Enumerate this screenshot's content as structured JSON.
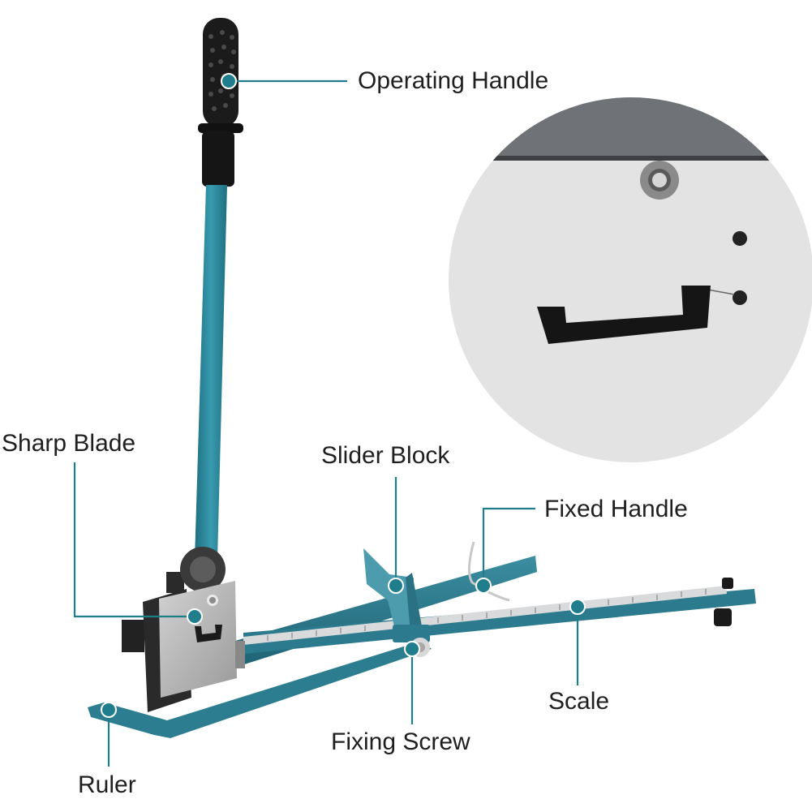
{
  "labels": {
    "operating_handle": "Operating Handle",
    "sharp_blade": "Sharp Blade",
    "slider_block": "Slider Block",
    "fixed_handle": "Fixed Handle",
    "scale": "Scale",
    "fixing_screw": "Fixing Screw",
    "ruler": "Ruler"
  },
  "colors": {
    "accent": "#1f7d8c",
    "tool_body": "#2f7f92",
    "tool_dark": "#1f5f6f",
    "steel": "#b8b8b8",
    "detail_bg": "#e4e4e4",
    "grip": "#1a1a1a"
  }
}
